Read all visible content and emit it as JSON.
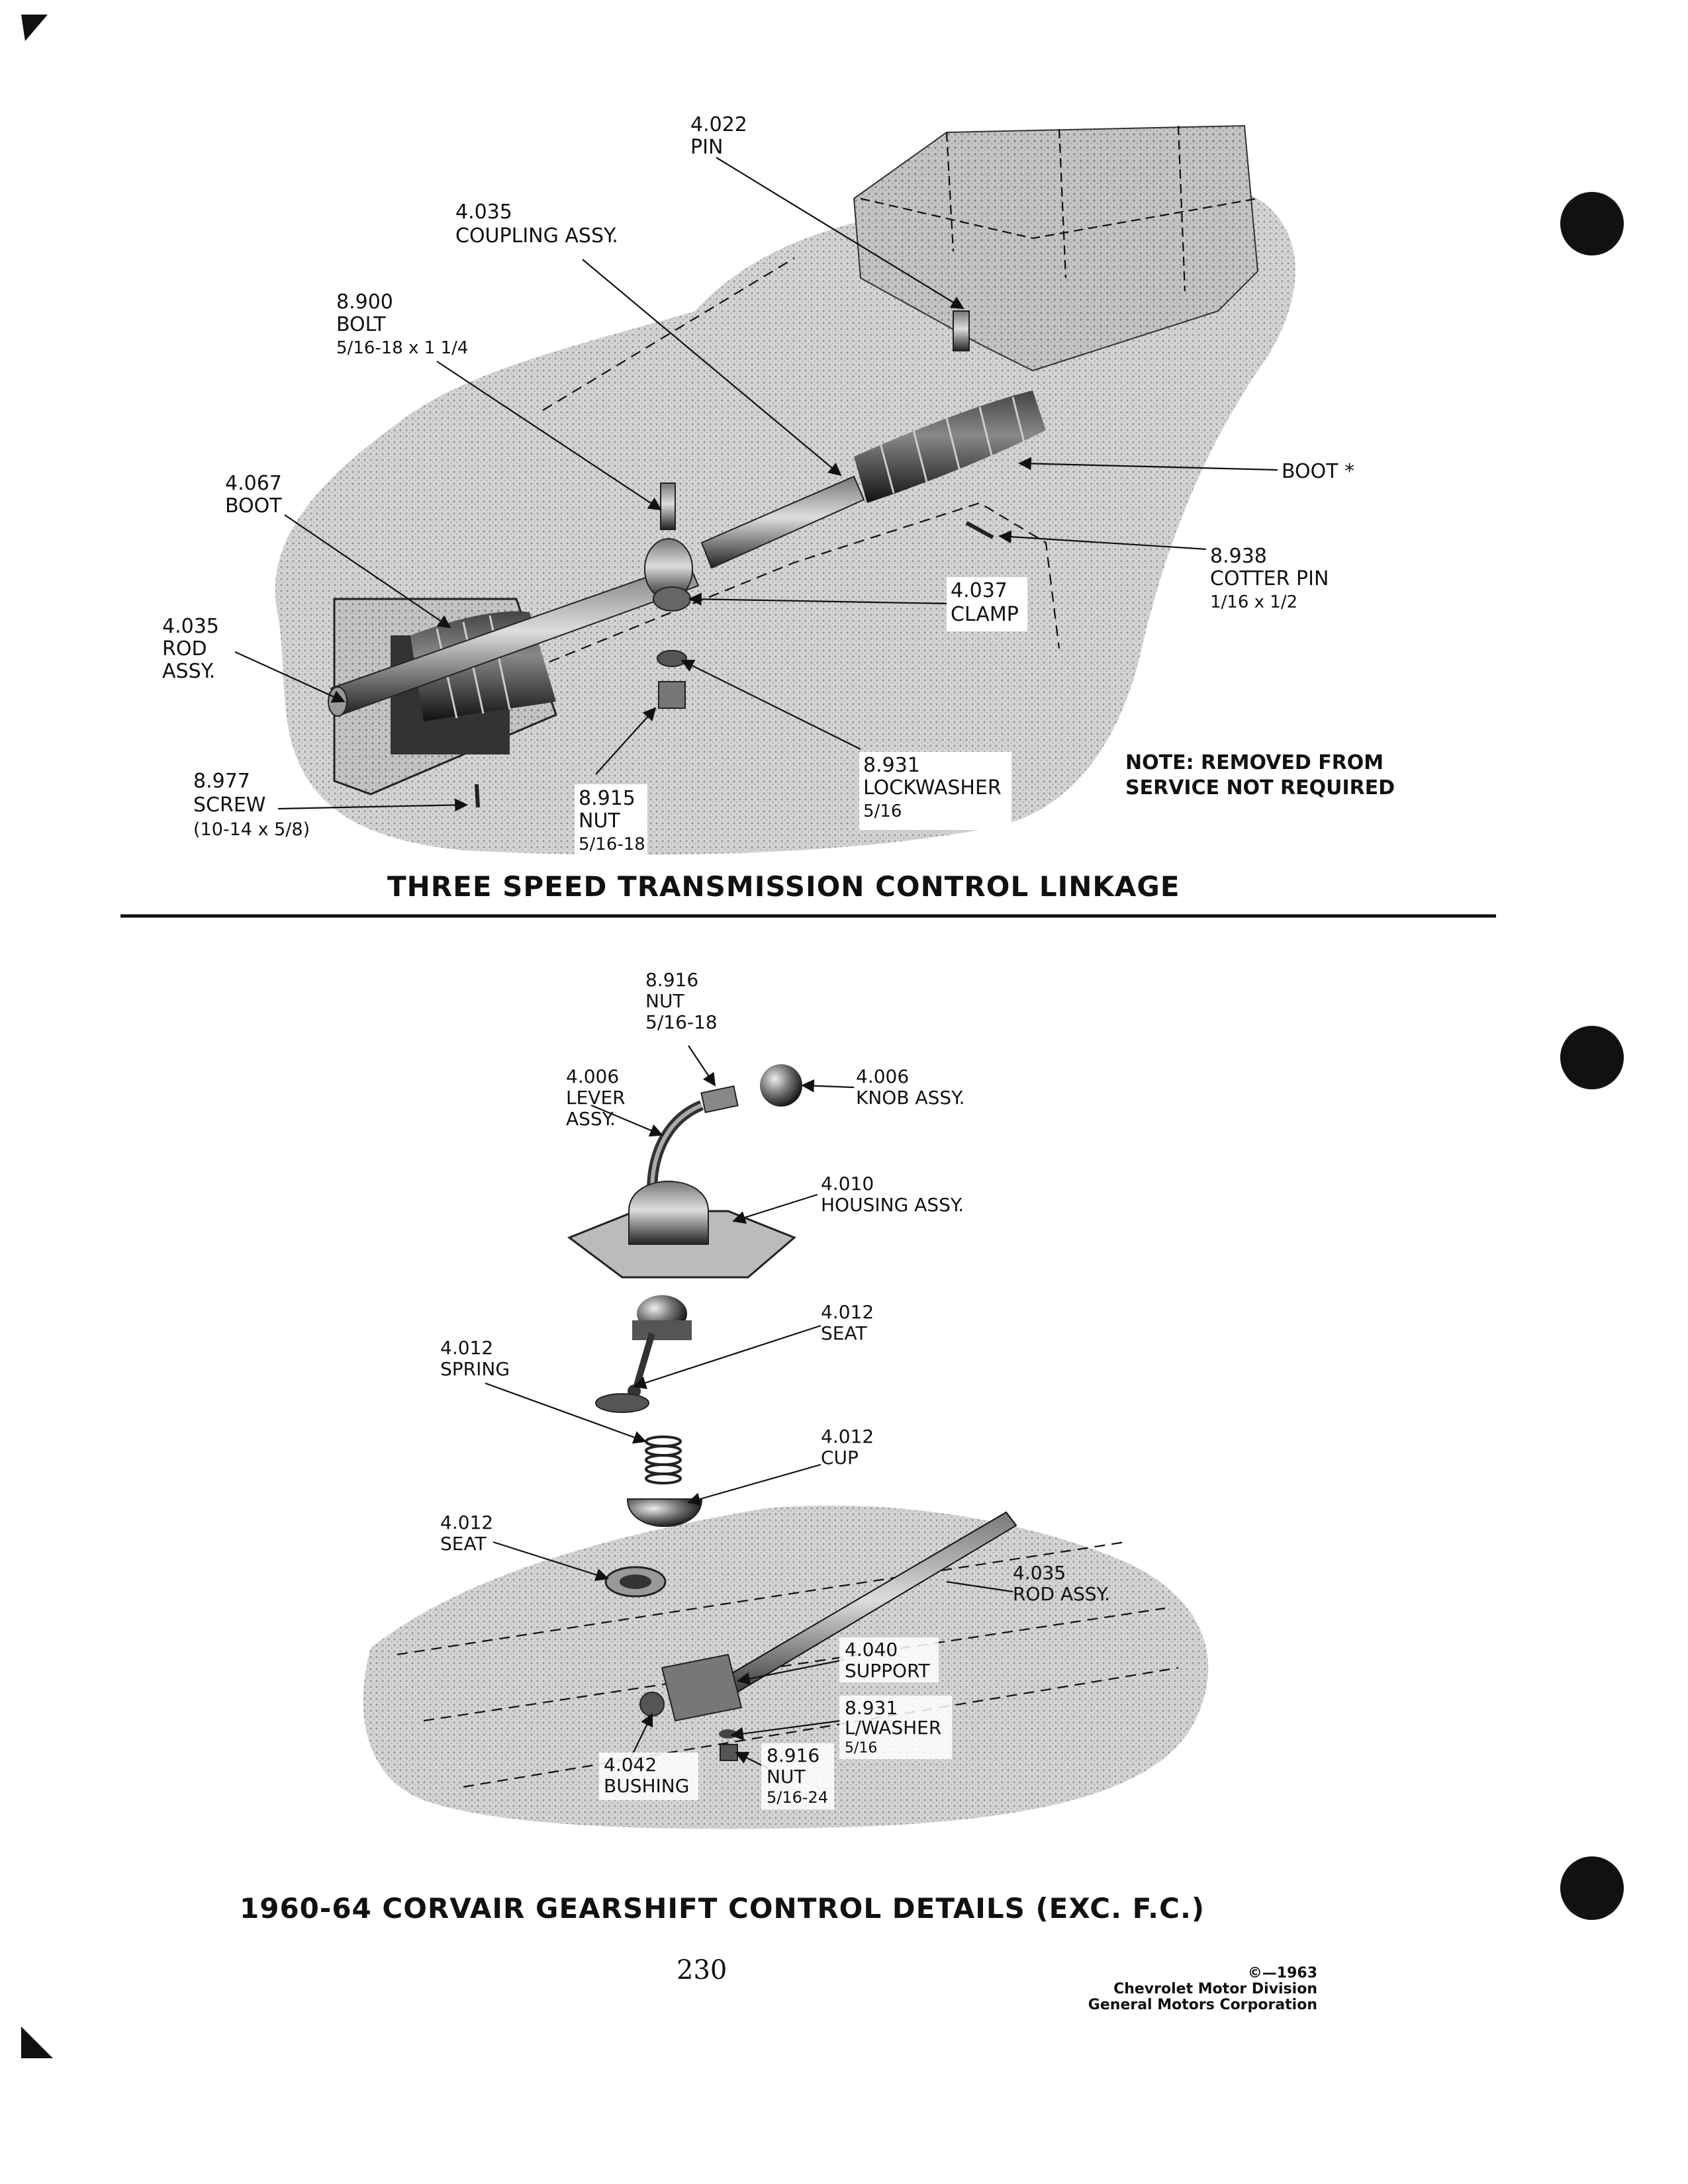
{
  "top_figure": {
    "caption": "THREE SPEED TRANSMISSION CONTROL LINKAGE",
    "callouts": {
      "pin": [
        "4.022",
        "PIN"
      ],
      "coupling": [
        "4.035",
        "COUPLING ASSY."
      ],
      "bolt": [
        "8.900",
        "BOLT",
        "5/16-18 x 1 1/4"
      ],
      "boot_top": [
        "BOOT *"
      ],
      "boot_left": [
        "4.067",
        "BOOT"
      ],
      "cotter": [
        "8.938",
        "COTTER PIN",
        "1/16 x 1/2"
      ],
      "clamp": [
        "4.037",
        "CLAMP"
      ],
      "rod": [
        "4.035",
        "ROD",
        "ASSY."
      ],
      "lockwasher": [
        "8.931",
        "LOCKWASHER",
        "5/16"
      ],
      "screw": [
        "8.977",
        "SCREW",
        "(10-14 x 5/8)"
      ],
      "nut": [
        "8.915",
        "NUT",
        "5/16-18"
      ]
    },
    "note": [
      "NOTE: REMOVED FROM",
      "SERVICE NOT REQUIRED"
    ]
  },
  "bottom_figure": {
    "caption": "1960-64 CORVAIR GEARSHIFT CONTROL DETAILS (EXC. F.C.)",
    "callouts": {
      "nut_top": [
        "8.916",
        "NUT",
        "5/16-18"
      ],
      "lever": [
        "4.006",
        "LEVER",
        "ASSY."
      ],
      "knob": [
        "4.006",
        "KNOB ASSY."
      ],
      "housing": [
        "4.010",
        "HOUSING ASSY."
      ],
      "seat_upper": [
        "4.012",
        "SEAT"
      ],
      "spring": [
        "4.012",
        "SPRING"
      ],
      "cup": [
        "4.012",
        "CUP"
      ],
      "seat_lower": [
        "4.012",
        "SEAT"
      ],
      "rod": [
        "4.035",
        "ROD ASSY."
      ],
      "support": [
        "4.040",
        "SUPPORT"
      ],
      "lwasher": [
        "8.931",
        "L/WASHER",
        "5/16"
      ],
      "nut_bottom": [
        "8.916",
        "NUT",
        "5/16-24"
      ],
      "bushing": [
        "4.042",
        "BUSHING"
      ]
    }
  },
  "footer": {
    "page_number": "230",
    "copyright": [
      "©—1963",
      "Chevrolet Motor Division",
      "General Motors Corporation"
    ]
  },
  "icons": [
    "corner-mark-top-left",
    "corner-mark-bottom-left",
    "binder-hole-1",
    "binder-hole-2",
    "binder-hole-3"
  ]
}
